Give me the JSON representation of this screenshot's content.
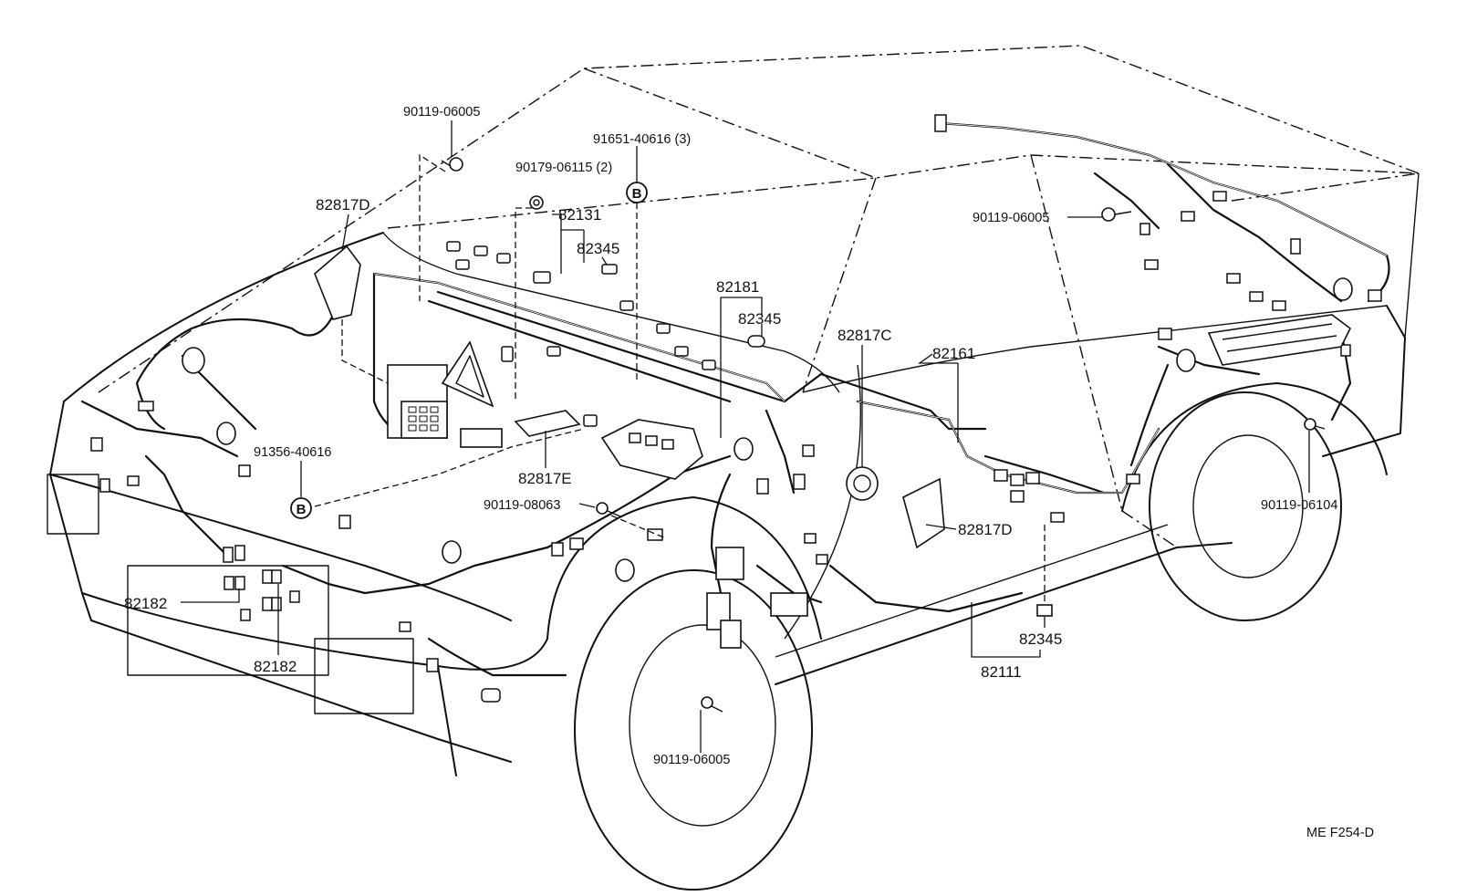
{
  "labels": {
    "p90119_06005_top": "90119-06005",
    "p91651_40616": "91651-40616 (3)",
    "p90179_06115": "90179-06115 (2)",
    "p82817D_left": "82817D",
    "p82131": "82131",
    "p82345_top": "82345",
    "p82181": "82181",
    "p82345_mid": "82345",
    "p82817C": "82817C",
    "p82161": "82161",
    "p90119_06005_right": "90119-06005",
    "p91356_40616": "91356-40616",
    "p82817E": "82817E",
    "p90119_08063": "90119-08063",
    "p82817D_right": "82817D",
    "p90119_06104": "90119-06104",
    "p82182_a": "82182",
    "p82182_b": "82182",
    "p82345_low": "82345",
    "p82111": "82111",
    "p90119_06005_bottom": "90119-06005",
    "marker_b1": "B",
    "marker_b2": "B",
    "figure_code": "ME  F254-D"
  }
}
